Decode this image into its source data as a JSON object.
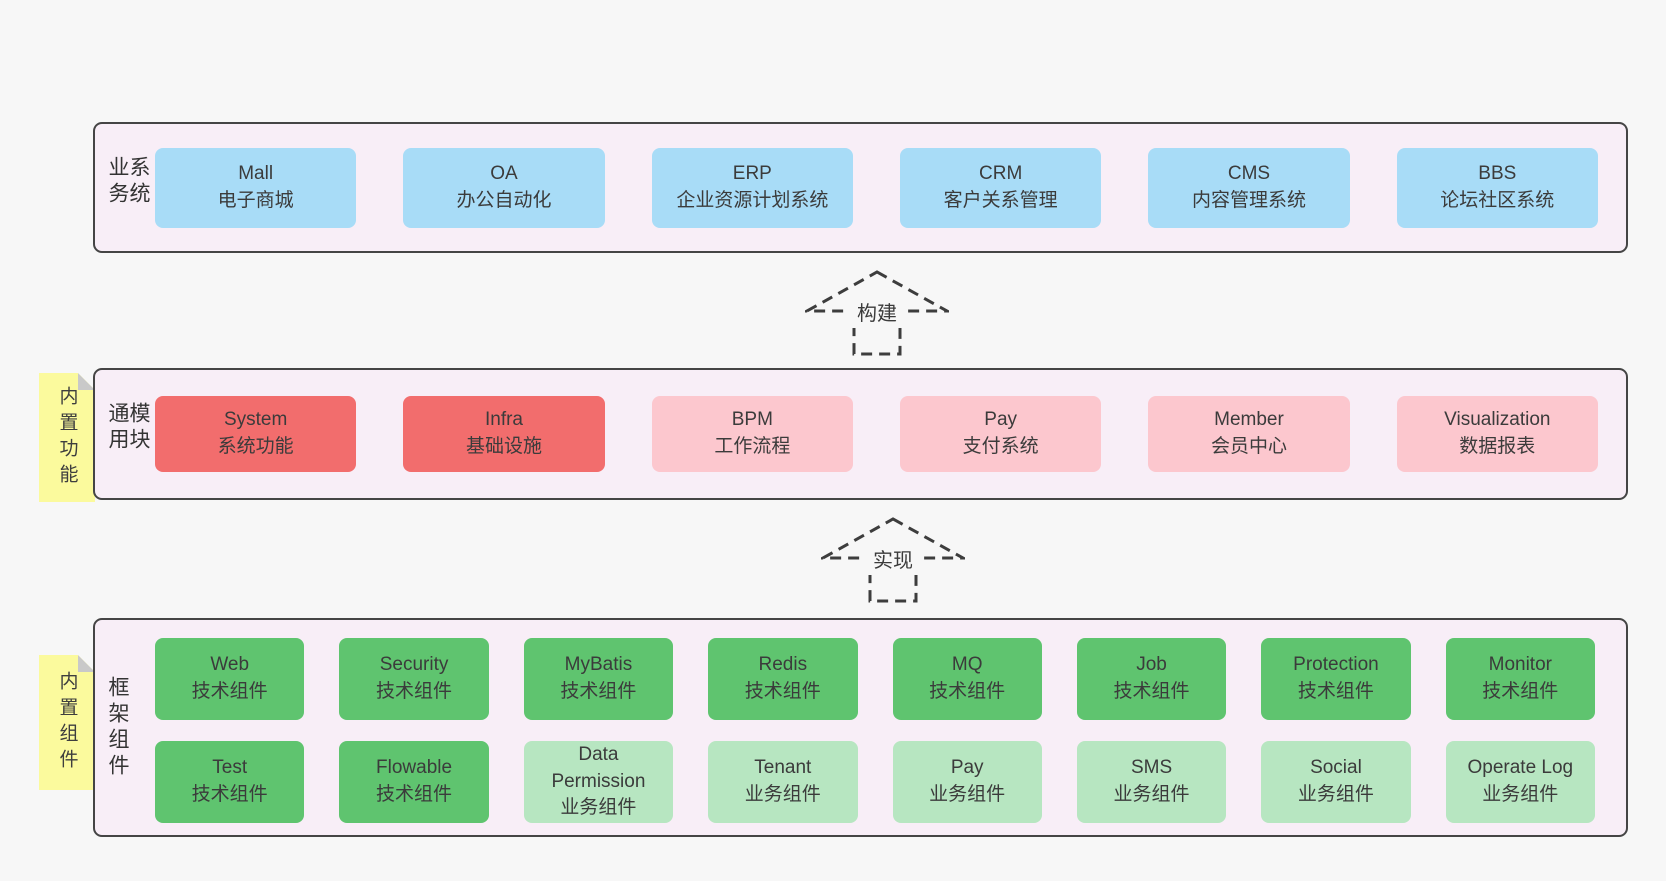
{
  "colors": {
    "page_background": "#f7f7f7",
    "container_fill": "#f8eef7",
    "container_border": "#454545",
    "business_box": "#a8dcf7",
    "core_module_box": "#f26d6d",
    "optional_module_box": "#fcc7ce",
    "tech_component_box": "#5fc46f",
    "biz_component_box": "#b7e6c1",
    "sticky_note": "#fbfa9d",
    "sticky_note_fold": "#c9c9c9",
    "text": "#3b3b3b"
  },
  "arrows": {
    "build": "构建",
    "implement": "实现"
  },
  "sections": {
    "business": {
      "label": "业务系统",
      "boxes": [
        {
          "title": "Mall",
          "subtitle": "电子商城"
        },
        {
          "title": "OA",
          "subtitle": "办公自动化"
        },
        {
          "title": "ERP",
          "subtitle": "企业资源计划系统"
        },
        {
          "title": "CRM",
          "subtitle": "客户关系管理"
        },
        {
          "title": "CMS",
          "subtitle": "内容管理系统"
        },
        {
          "title": "BBS",
          "subtitle": "论坛社区系统"
        }
      ]
    },
    "modules": {
      "label": "通用模块",
      "note": "内置功能",
      "boxes": [
        {
          "title": "System",
          "subtitle": "系统功能"
        },
        {
          "title": "Infra",
          "subtitle": "基础设施"
        },
        {
          "title": "BPM",
          "subtitle": "工作流程"
        },
        {
          "title": "Pay",
          "subtitle": "支付系统"
        },
        {
          "title": "Member",
          "subtitle": "会员中心"
        },
        {
          "title": "Visualization",
          "subtitle": "数据报表"
        }
      ]
    },
    "framework": {
      "label": "框架组件",
      "note": "内置组件",
      "rows": [
        [
          {
            "title": "Web",
            "subtitle": "技术组件"
          },
          {
            "title": "Security",
            "subtitle": "技术组件"
          },
          {
            "title": "MyBatis",
            "subtitle": "技术组件"
          },
          {
            "title": "Redis",
            "subtitle": "技术组件"
          },
          {
            "title": "MQ",
            "subtitle": "技术组件"
          },
          {
            "title": "Job",
            "subtitle": "技术组件"
          },
          {
            "title": "Protection",
            "subtitle": "技术组件"
          },
          {
            "title": "Monitor",
            "subtitle": "技术组件"
          }
        ],
        [
          {
            "title": "Test",
            "subtitle": "技术组件"
          },
          {
            "title": "Flowable",
            "subtitle": "技术组件"
          },
          {
            "title": "Data Permission",
            "subtitle": "业务组件"
          },
          {
            "title": "Tenant",
            "subtitle": "业务组件"
          },
          {
            "title": "Pay",
            "subtitle": "业务组件"
          },
          {
            "title": "SMS",
            "subtitle": "业务组件"
          },
          {
            "title": "Social",
            "subtitle": "业务组件"
          },
          {
            "title": "Operate Log",
            "subtitle": "业务组件"
          }
        ]
      ]
    }
  }
}
